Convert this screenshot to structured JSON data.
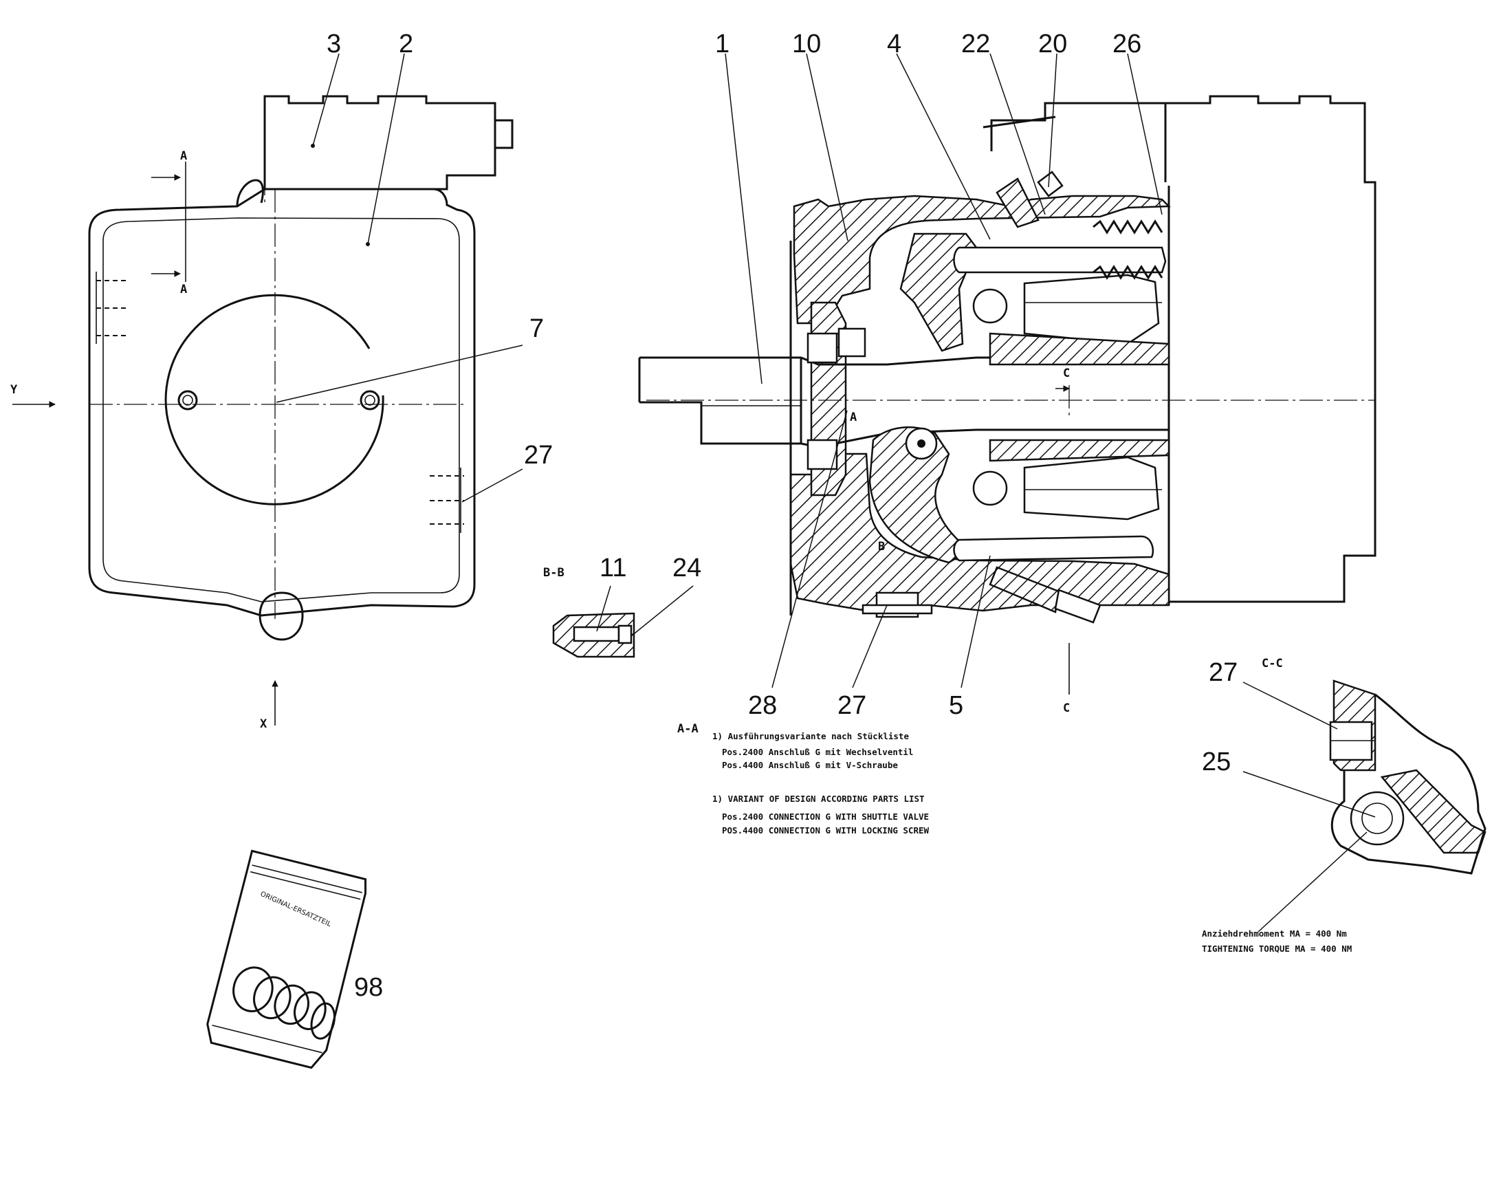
{
  "callouts": {
    "c3": "3",
    "c2": "2",
    "c7": "7",
    "c27a": "27",
    "c1": "1",
    "c10": "10",
    "c4": "4",
    "c22": "22",
    "c20": "20",
    "c26": "26",
    "c11": "11",
    "c24": "24",
    "c28": "28",
    "c27b": "27",
    "c5": "5",
    "c27c": "27",
    "c25": "25",
    "c98": "98"
  },
  "view_labels": {
    "A1": "A",
    "A2": "A",
    "Y": "Y",
    "X": "X",
    "BB": "B-B",
    "AA": "A-A",
    "CC": "C-C",
    "C_top": "C",
    "C_bottom": "C",
    "B_inner": "B",
    "A_inner": "A"
  },
  "notes": {
    "de_1": "1) Ausführungsvariante nach Stückliste",
    "de_2": "Pos.2400 Anschluß G mit Wechselventil",
    "de_3": "Pos.4400 Anschluß G mit V-Schraube",
    "en_1": "1) VARIANT OF DESIGN ACCORDING PARTS LIST",
    "en_2": "Pos.2400 CONNECTION G WITH SHUTTLE VALVE",
    "en_3": "POS.4400 CONNECTION G WITH LOCKING SCREW",
    "torque_de": "Anziehdrehmoment MA = 400 Nm",
    "torque_en": "TIGHTENING TORQUE MA = 400 NM"
  },
  "bag_label": "ORIGINAL-ERSATZTEIL"
}
